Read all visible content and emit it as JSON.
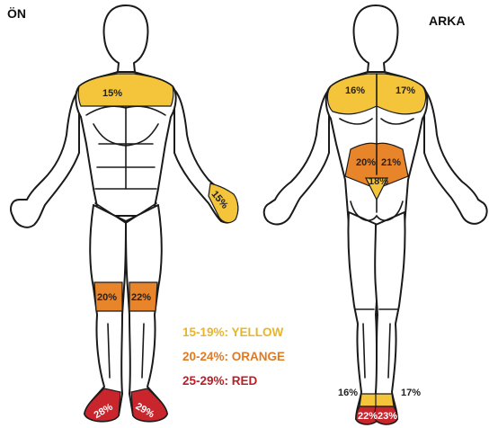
{
  "views": {
    "front_label": "ÖN",
    "back_label": "ARKA"
  },
  "zones": {
    "front_chest": "15%",
    "front_hand": "15%",
    "front_knee_left": "20%",
    "front_knee_right": "22%",
    "front_foot_left": "28%",
    "front_foot_right": "29%",
    "back_shoulder_left": "16%",
    "back_shoulder_right": "17%",
    "back_lumbar_left": "20%",
    "back_lumbar_right": "21%",
    "back_sacrum": "18%",
    "back_ankle_left": "16%",
    "back_ankle_right": "17%",
    "back_heel_left": "22%",
    "back_heel_right": "23%"
  },
  "legend": {
    "yellow": "15-19%: YELLOW",
    "orange": "20-24%: ORANGE",
    "red": "25-29%: RED"
  },
  "colors": {
    "yellow": "#f4c43a",
    "orange": "#e8842a",
    "red": "#c8252d",
    "legend_yellow": "#e8b52a",
    "legend_orange": "#e07a22",
    "legend_red": "#b81f26"
  }
}
